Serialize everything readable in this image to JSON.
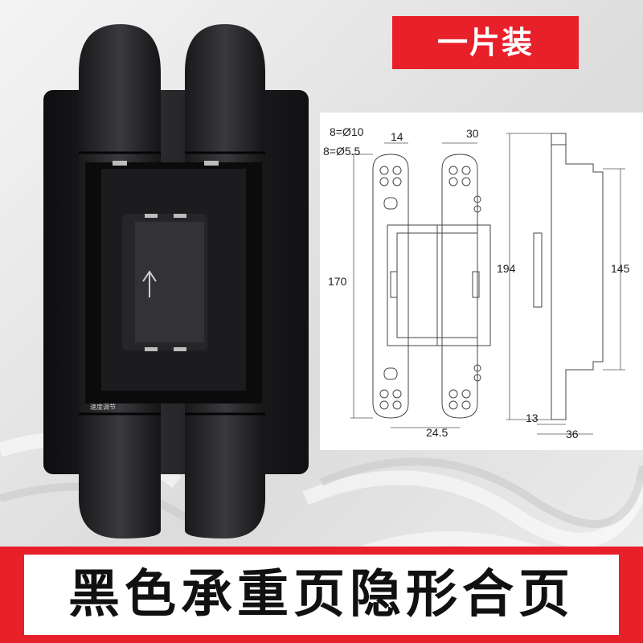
{
  "badge": {
    "text": "一片装"
  },
  "title": {
    "text": "黑色承重页隐形合页"
  },
  "drawing": {
    "hole_large": "8=Ø10",
    "hole_small": "8=Ø5.5",
    "width_14": "14",
    "width_30": "30",
    "height_170": "170",
    "height_194": "194",
    "height_145": "145",
    "offset_24_5": "24.5",
    "depth_13": "13",
    "depth_36": "36"
  },
  "product": {
    "speed_marking": "速度调节"
  },
  "colors": {
    "accent_red": "#e8202a",
    "hinge_black": "#1b1b1d"
  }
}
